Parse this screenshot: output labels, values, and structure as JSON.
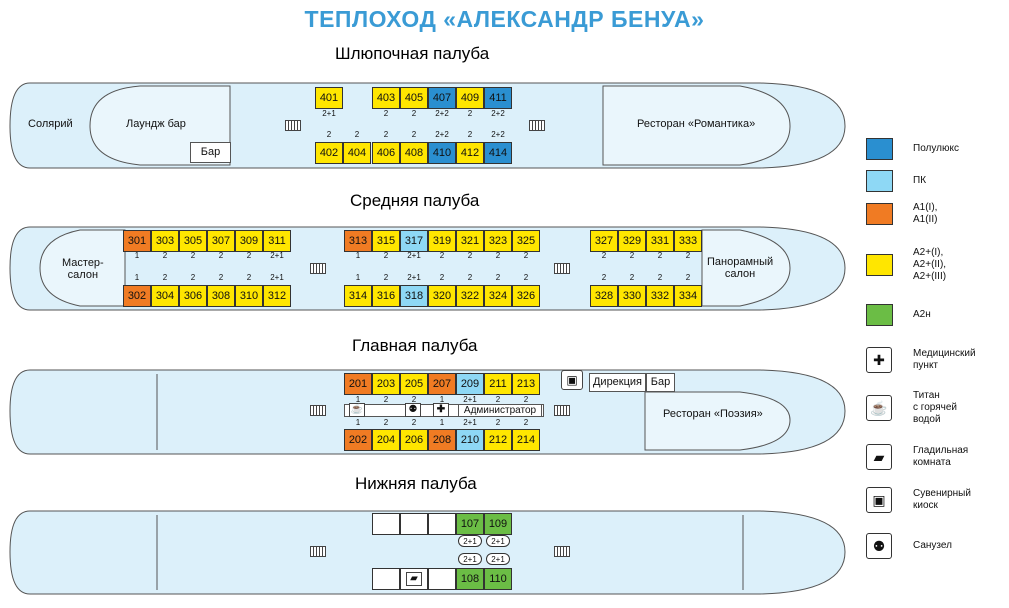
{
  "title": "ТЕПЛОХОД «АЛЕКСАНДР БЕНУА»",
  "colors": {
    "semi_lux": "#2a8fd0",
    "pk": "#8ed8f5",
    "a1": "#f07b23",
    "a2plus": "#ffe600",
    "a2n": "#6bbd45",
    "deck_fill": "#dcf0fa",
    "title": "#3a9bd5"
  },
  "decks": {
    "boat": {
      "title": "Шлюпочная палуба",
      "labels": {
        "solarium": "Солярий",
        "lounge": "Лаундж бар",
        "bar": "Бар",
        "restaurant": "Ресторан «Романтика»"
      },
      "top": [
        {
          "num": "401",
          "occ": "2+1",
          "cls": "yellow"
        },
        {
          "num": "403",
          "occ": "2",
          "cls": "yellow"
        },
        {
          "num": "405",
          "occ": "2",
          "cls": "yellow"
        },
        {
          "num": "407",
          "occ": "2+2",
          "cls": "dblue"
        },
        {
          "num": "409",
          "occ": "2",
          "cls": "yellow"
        },
        {
          "num": "411",
          "occ": "2+2",
          "cls": "dblue"
        }
      ],
      "bottom": [
        {
          "num": "402",
          "occ": "2",
          "cls": "yellow"
        },
        {
          "num": "404",
          "occ": "2",
          "cls": "yellow"
        },
        {
          "num": "406",
          "occ": "2",
          "cls": "yellow"
        },
        {
          "num": "408",
          "occ": "2",
          "cls": "yellow"
        },
        {
          "num": "410",
          "occ": "2+2",
          "cls": "dblue"
        },
        {
          "num": "412",
          "occ": "2",
          "cls": "yellow"
        },
        {
          "num": "414",
          "occ": "2+2",
          "cls": "dblue"
        }
      ]
    },
    "middle": {
      "title": "Средняя палуба",
      "labels": {
        "master": "Мастер-\nсалон",
        "panorama": "Панорамный\nсалон"
      },
      "top": [
        {
          "num": "301",
          "occ": "1",
          "cls": "orange"
        },
        {
          "num": "303",
          "occ": "2",
          "cls": "yellow"
        },
        {
          "num": "305",
          "occ": "2",
          "cls": "yellow"
        },
        {
          "num": "307",
          "occ": "2",
          "cls": "yellow"
        },
        {
          "num": "309",
          "occ": "2",
          "cls": "yellow"
        },
        {
          "num": "311",
          "occ": "2+1",
          "cls": "yellow"
        },
        {
          "num": "313",
          "occ": "1",
          "cls": "orange"
        },
        {
          "num": "315",
          "occ": "2",
          "cls": "yellow"
        },
        {
          "num": "317",
          "occ": "2+1",
          "cls": "lblue"
        },
        {
          "num": "319",
          "occ": "2",
          "cls": "yellow"
        },
        {
          "num": "321",
          "occ": "2",
          "cls": "yellow"
        },
        {
          "num": "323",
          "occ": "2",
          "cls": "yellow"
        },
        {
          "num": "325",
          "occ": "2",
          "cls": "yellow"
        },
        {
          "num": "327",
          "occ": "2",
          "cls": "yellow"
        },
        {
          "num": "329",
          "occ": "2",
          "cls": "yellow"
        },
        {
          "num": "331",
          "occ": "2",
          "cls": "yellow"
        },
        {
          "num": "333",
          "occ": "2",
          "cls": "yellow"
        }
      ],
      "bottom": [
        {
          "num": "302",
          "occ": "1",
          "cls": "orange"
        },
        {
          "num": "304",
          "occ": "2",
          "cls": "yellow"
        },
        {
          "num": "306",
          "occ": "2",
          "cls": "yellow"
        },
        {
          "num": "308",
          "occ": "2",
          "cls": "yellow"
        },
        {
          "num": "310",
          "occ": "2",
          "cls": "yellow"
        },
        {
          "num": "312",
          "occ": "2+1",
          "cls": "yellow"
        },
        {
          "num": "314",
          "occ": "1",
          "cls": "yellow"
        },
        {
          "num": "316",
          "occ": "2",
          "cls": "yellow"
        },
        {
          "num": "318",
          "occ": "2+1",
          "cls": "lblue"
        },
        {
          "num": "320",
          "occ": "2",
          "cls": "yellow"
        },
        {
          "num": "322",
          "occ": "2",
          "cls": "yellow"
        },
        {
          "num": "324",
          "occ": "2",
          "cls": "yellow"
        },
        {
          "num": "326",
          "occ": "2",
          "cls": "yellow"
        },
        {
          "num": "328",
          "occ": "2",
          "cls": "yellow"
        },
        {
          "num": "330",
          "occ": "2",
          "cls": "yellow"
        },
        {
          "num": "332",
          "occ": "2",
          "cls": "yellow"
        },
        {
          "num": "334",
          "occ": "2",
          "cls": "yellow"
        }
      ]
    },
    "main": {
      "title": "Главная палуба",
      "labels": {
        "direction": "Дирекция",
        "bar": "Бар",
        "restaurant": "Ресторан «Поэзия»",
        "admin": "Администратор"
      },
      "top": [
        {
          "num": "201",
          "occ": "1",
          "cls": "orange"
        },
        {
          "num": "203",
          "occ": "2",
          "cls": "yellow"
        },
        {
          "num": "205",
          "occ": "2",
          "cls": "yellow"
        },
        {
          "num": "207",
          "occ": "1",
          "cls": "orange"
        },
        {
          "num": "209",
          "occ": "2+1",
          "cls": "lblue"
        },
        {
          "num": "211",
          "occ": "2",
          "cls": "yellow"
        },
        {
          "num": "213",
          "occ": "2",
          "cls": "yellow"
        }
      ],
      "bottom": [
        {
          "num": "202",
          "occ": "1",
          "cls": "orange"
        },
        {
          "num": "204",
          "occ": "2",
          "cls": "yellow"
        },
        {
          "num": "206",
          "occ": "2",
          "cls": "yellow"
        },
        {
          "num": "208",
          "occ": "1",
          "cls": "orange"
        },
        {
          "num": "210",
          "occ": "2+1",
          "cls": "lblue"
        },
        {
          "num": "212",
          "occ": "2",
          "cls": "yellow"
        },
        {
          "num": "214",
          "occ": "2",
          "cls": "yellow"
        }
      ]
    },
    "lower": {
      "title": "Нижняя палуба",
      "top": [
        {
          "num": "",
          "occ": "",
          "cls": "empty"
        },
        {
          "num": "",
          "occ": "",
          "cls": "empty"
        },
        {
          "num": "",
          "occ": "",
          "cls": "empty"
        },
        {
          "num": "107",
          "occ": "2+1",
          "cls": "green"
        },
        {
          "num": "109",
          "occ": "2+1",
          "cls": "green"
        }
      ],
      "bottom": [
        {
          "num": "",
          "occ": "",
          "cls": "empty"
        },
        {
          "num": "",
          "occ": "",
          "cls": "empty"
        },
        {
          "num": "",
          "occ": "",
          "cls": "empty"
        },
        {
          "num": "108",
          "occ": "2+1",
          "cls": "green"
        },
        {
          "num": "110",
          "occ": "2+1",
          "cls": "green"
        }
      ]
    }
  },
  "legend": [
    {
      "label": "Полулюкс",
      "cls": "dblue"
    },
    {
      "label": "ПК",
      "cls": "lblue"
    },
    {
      "label": "А1(I),\nА1(II)",
      "cls": "orange"
    },
    {
      "label": "А2+(I),\nА2+(II),\nА2+(III)",
      "cls": "yellow"
    },
    {
      "label": "А2н",
      "cls": "green"
    }
  ],
  "legend_icons": [
    {
      "label": "Медицинский\nпункт",
      "icon": "medical-cross-icon",
      "glyph": "✚"
    },
    {
      "label": "Титан\nс горячей\nводой",
      "icon": "hot-water-cup-icon",
      "glyph": "☕"
    },
    {
      "label": "Гладильная\nкомната",
      "icon": "iron-icon",
      "glyph": "▰"
    },
    {
      "label": "Сувенирный\nкиоск",
      "icon": "souvenir-kiosk-icon",
      "glyph": "▣"
    },
    {
      "label": "Санузел",
      "icon": "restroom-icon",
      "glyph": "⚉"
    }
  ]
}
